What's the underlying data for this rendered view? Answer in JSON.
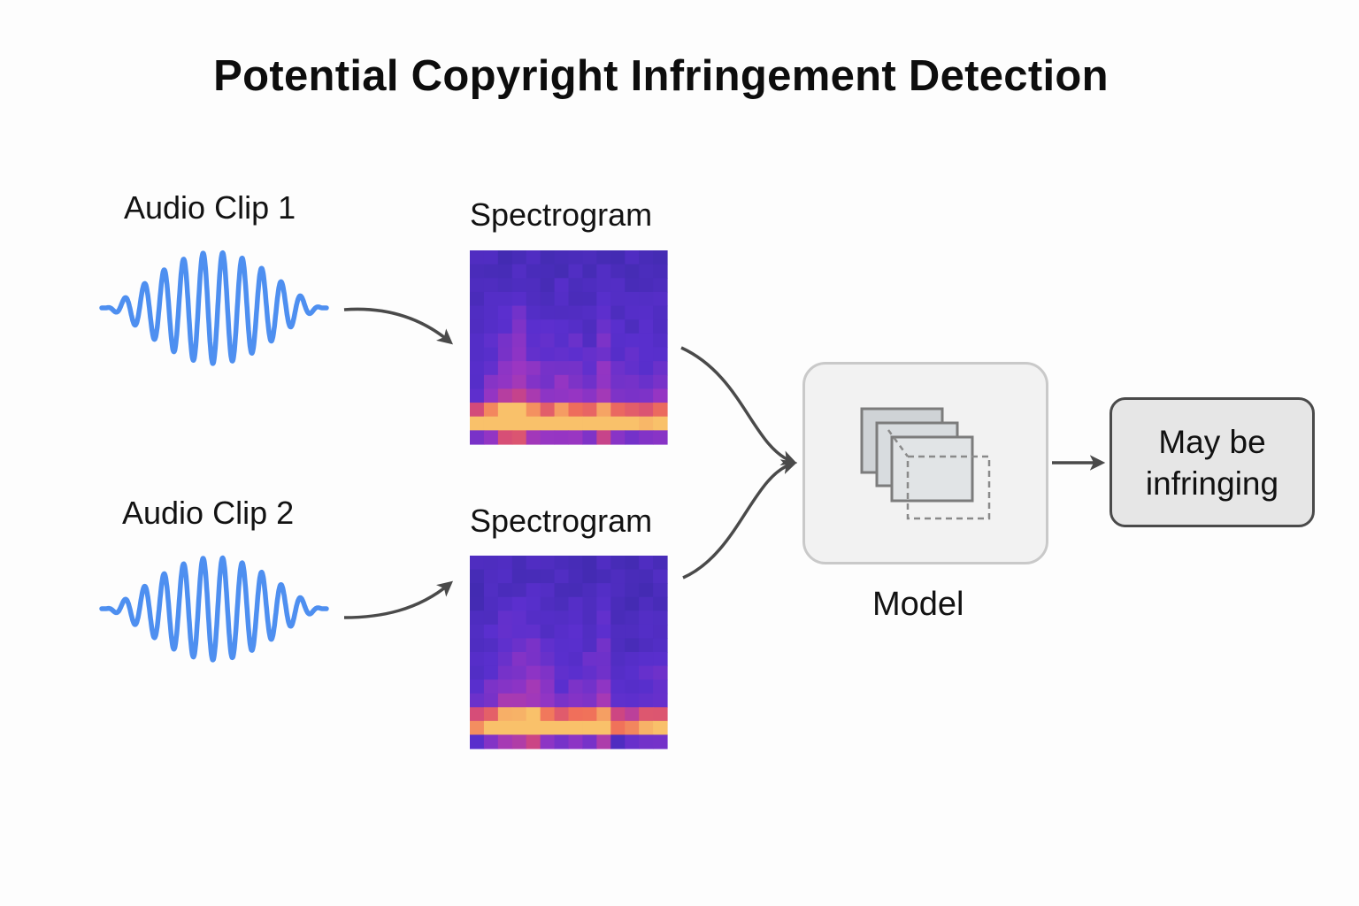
{
  "title": "Potential Copyright Infringement Detection",
  "inputs": [
    {
      "label": "Audio Clip 1"
    },
    {
      "label": "Audio Clip 2"
    }
  ],
  "spectrograms": [
    {
      "label": "Spectrogram"
    },
    {
      "label": "Spectrogram"
    }
  ],
  "model": {
    "label": "Model",
    "icon": "stacked-layers-icon"
  },
  "output": {
    "label": "May be infringing"
  },
  "colors": {
    "waveform": "#4e8ff0",
    "arrow": "#4a4a4a",
    "model_border": "#c9c9c9",
    "model_fill": "#f2f2f2",
    "output_border": "#4a4a4a",
    "output_fill": "#e6e6e6",
    "spectrogram_low": "#4b2fc0",
    "spectrogram_mid": "#b13ab5",
    "spectrogram_high": "#f8b05c"
  }
}
